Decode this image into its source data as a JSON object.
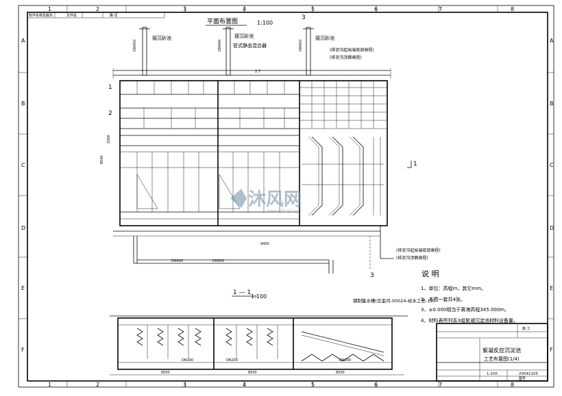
{
  "frame": {
    "col_numbers": [
      "1",
      "2",
      "3",
      "4",
      "5",
      "6",
      "7",
      "8"
    ],
    "row_letters": [
      "A",
      "B",
      "C",
      "D",
      "E",
      "F"
    ]
  },
  "header_strip": {
    "cells": [
      "软件名称及版本",
      "文件名",
      "路 径"
    ]
  },
  "plan": {
    "title": "平面布置图",
    "scale": "1:100",
    "section_mark_top": "3",
    "labels": {
      "to_settling_1": "接沉砂池",
      "to_settling_2": "接沉砂池",
      "static_mixer": "管式静态混合器",
      "to_settling_3": "接沉砂池",
      "sludge_start_bottom": "(排泥沟起始端底部高程)",
      "sludge_top": "(排泥沟顶面高程)",
      "pipe_dn450_a": "DN450",
      "pipe_dn400": "DN400",
      "pipe_dn450_b": "DN450",
      "pipe_dn500": "DN500",
      "dim_1000": "1000",
      "dim_8500": "8500",
      "dim_9400": "9400",
      "dim_2_7": "2.7",
      "sect_1_left": "1",
      "sect_2_left": "2",
      "sect_1_right": "1",
      "sect_3_bottom": "3",
      "bottom_sludge_start": "(排泥沟起始端底部高程)",
      "bottom_sludge_top": "(排泥沟顶面高程)"
    }
  },
  "section": {
    "title": "1 — 1",
    "scale": "1:100",
    "collector_label": "钢制集水槽(见金问-S0024-给水工艺-15)",
    "dims": [
      "8500",
      "8500",
      "8500"
    ],
    "pipe_dn200_a": "DN200",
    "pipe_dn200_b": "DN200",
    "pipe_dn1200": "DN200"
  },
  "notes": {
    "heading": "说  明",
    "items": [
      "1、单位：高程m，其它mm。",
      "2、本图一套共4张。",
      "3、±0.000相当于黄海高程345.000m。",
      "4、材料表所列系3组絮凝沉淀池材料设备量。"
    ]
  },
  "title_block": {
    "drawing_name_1": "絮凝反应沉淀池",
    "drawing_name_2": "工艺布置图(1/4)",
    "scale": "1:100",
    "date": "20041105",
    "stage": "施 工",
    "sheet": "图号"
  },
  "watermark": {
    "brand": "沐风网",
    "url": "www.mfcad.com"
  }
}
